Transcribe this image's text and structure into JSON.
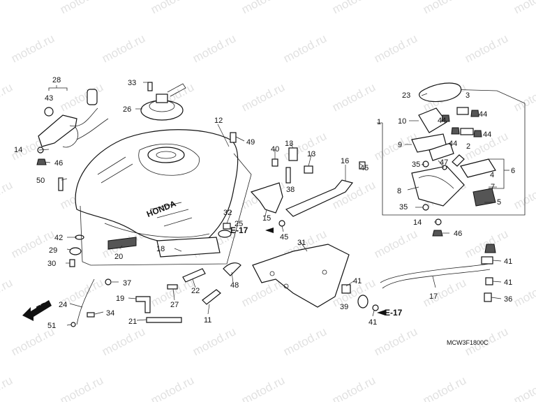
{
  "watermark": "motod.ru",
  "diagram_code": "MCW3F1800C",
  "front_arrow_label": "FR.",
  "tank_logo": "HONDA",
  "ref_labels": [
    "E-17",
    "E-17"
  ],
  "callouts": [
    "28",
    "43",
    "33",
    "26",
    "12",
    "49",
    "14",
    "46",
    "50",
    "42",
    "29",
    "30",
    "37",
    "24",
    "34",
    "51",
    "20",
    "18",
    "19",
    "27",
    "22",
    "48",
    "21",
    "11",
    "40",
    "13",
    "13",
    "38",
    "15",
    "32",
    "25",
    "45",
    "16",
    "45",
    "31",
    "41",
    "39",
    "41",
    "17",
    "41",
    "41",
    "36",
    "23",
    "3",
    "10",
    "44",
    "44",
    "9",
    "44",
    "2",
    "44",
    "1",
    "35",
    "47",
    "4",
    "6",
    "8",
    "7",
    "5",
    "35",
    "14",
    "46"
  ]
}
